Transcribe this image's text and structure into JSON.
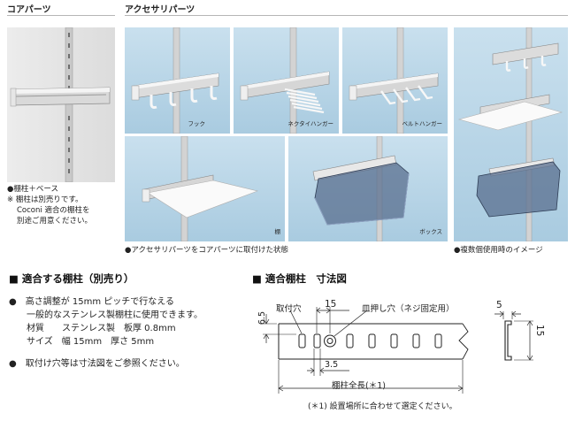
{
  "core": {
    "title": "コアパーツ",
    "notes": [
      "●棚柱＋ベース",
      "※ 棚柱は別売りです。",
      "Coconi 適合の棚柱を",
      "別途ご用意ください。"
    ]
  },
  "accessory": {
    "title": "アクセサリパーツ",
    "captions": {
      "hook": "フック",
      "necktie": "ネクタイハンガー",
      "belt": "ベルトハンガー",
      "shelf": "棚",
      "box": "ボックス"
    },
    "note_attached": "●アクセサリパーツをコアパーツに取付けた状態",
    "note_multi": "●複数個使用時のイメージ"
  },
  "compatible": {
    "title": "■ 適合する棚柱（別売り）",
    "lines": [
      "●　高さ調整が 15mm ピッチで行なえる",
      "　　一般的なステンレス製棚柱に使用できます。",
      "　　材質　　ステンレス製　板厚 0.8mm",
      "　　サイズ　幅 15mm　厚さ 5mm"
    ],
    "ref_note": "●　取付け穴等は寸法図をご参照ください。"
  },
  "dimension": {
    "title": "■ 適合棚柱　寸法図",
    "label_hole": "取付穴",
    "label_pitch": "15",
    "label_dish": "皿押し穴（ネジ固定用）",
    "label_h": "6.5",
    "label_w": "3.5",
    "label_total": "棚柱全長(＊1)",
    "label_side_w": "5",
    "label_side_h": "15",
    "footnote": "(＊1) 設置場所に合わせて選定ください。"
  }
}
